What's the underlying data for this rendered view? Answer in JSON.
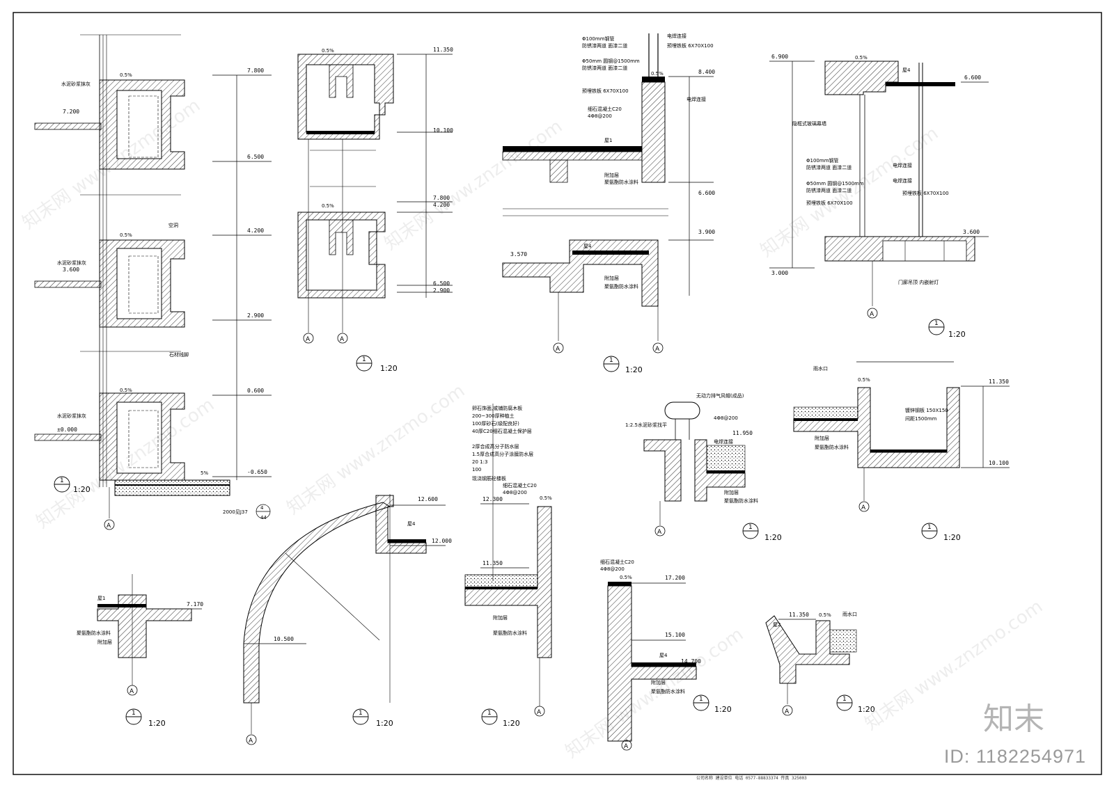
{
  "drawing": {
    "scale_text": "1:20",
    "detail_tag": "1",
    "axis_tag": "A",
    "corner_id": "ID: 1182254971",
    "corner_brand": "知末",
    "watermark": "知末网 www.znzmo.com",
    "footer": "公司名称 建设单位 电话 0577-88833374 传真 325003"
  },
  "elevations": {
    "e7800": "7.800",
    "e7200": "7.200",
    "e6500": "6.500",
    "e4200": "4.200",
    "e3600": "3.600",
    "e2900": "2.900",
    "e0600": "0.600",
    "e0000": "±0.000",
    "em0650": "-0.650",
    "e11350": "11.350",
    "e10100": "10.100",
    "e8400": "8.400",
    "e6600": "6.600",
    "e3900": "3.900",
    "e3570": "3.570",
    "e6900": "6.900",
    "e3000": "3.000",
    "e11950": "11.950",
    "e12600": "12.600",
    "e12000": "12.000",
    "e10500": "10.500",
    "e12300": "12.300",
    "e17200": "17.200",
    "e15100": "15.100",
    "e14700": "14.700",
    "e7170": "7.170"
  },
  "labels": {
    "slope": "0.5%",
    "slope5": "5%",
    "note_2000": "2000见J37",
    "ref_top": "4",
    "ref_bottom": "44",
    "waterproof_a": "附加层",
    "waterproof_b": "聚氨酯防水涂料",
    "cover1": "屋1",
    "cover4": "屋4",
    "cover2": "屋2",
    "mortar": "水泥砂浆抹灰",
    "gutter": "石材线脚",
    "hollow": "空洞",
    "pipe100": "Φ100mm钢管",
    "paint": "防锈漆两道 面漆二道",
    "pipe50": "Φ50mm 圆钢@1500mm",
    "steel_plate": "预埋铁板 6X70X100",
    "concrete": "细石混凝土C20",
    "bolt": "4Φ8@200",
    "earth": "电焊连接",
    "curtain": "隐框式玻璃幕墙",
    "door_lamp": "门廊吊顶 内嵌射灯",
    "vent": "无动力排气风帽(成品)",
    "mortar25": "1:2.5水泥砂浆找平",
    "steel_slot": "镀锌钢板 150X150",
    "interval": "间距1500mm",
    "rail": "雨水口",
    "layers": [
      "卵石饰面,或铺防腐木板",
      "200~300厚种植土",
      "100厚砂石(级配良好)",
      "40厚C20细石混凝土保护层",
      "2厚合成高分子防水层",
      "1.5厚合成高分子涂膜防水层",
      "20 1:3",
      "100",
      "现浇钢筋砼楼板"
    ]
  }
}
